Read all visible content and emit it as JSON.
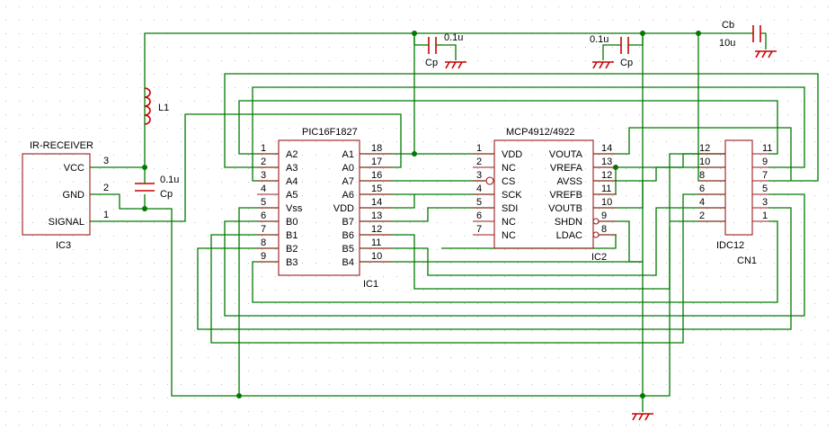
{
  "components": {
    "ic3": {
      "ref": "IC3",
      "name": "IR-RECEIVER",
      "pins": [
        {
          "label": "VCC",
          "num": "3"
        },
        {
          "label": "GND",
          "num": "2"
        },
        {
          "label": "SIGNAL",
          "num": "1"
        }
      ]
    },
    "ic1": {
      "ref": "IC1",
      "name": "PIC16F1827",
      "left_pins": [
        {
          "num": "1",
          "label": "A2"
        },
        {
          "num": "2",
          "label": "A3"
        },
        {
          "num": "3",
          "label": "A4"
        },
        {
          "num": "4",
          "label": "A5"
        },
        {
          "num": "5",
          "label": "Vss"
        },
        {
          "num": "6",
          "label": "B0"
        },
        {
          "num": "7",
          "label": "B1"
        },
        {
          "num": "8",
          "label": "B2"
        },
        {
          "num": "9",
          "label": "B3"
        }
      ],
      "right_pins": [
        {
          "num": "18",
          "label": "A1"
        },
        {
          "num": "17",
          "label": "A0"
        },
        {
          "num": "16",
          "label": "A7"
        },
        {
          "num": "15",
          "label": "A6"
        },
        {
          "num": "14",
          "label": "VDD"
        },
        {
          "num": "13",
          "label": "B7"
        },
        {
          "num": "12",
          "label": "B6"
        },
        {
          "num": "11",
          "label": "B5"
        },
        {
          "num": "10",
          "label": "B4"
        }
      ]
    },
    "ic2": {
      "ref": "IC2",
      "name": "MCP4912/4922",
      "left_pins": [
        {
          "num": "1",
          "label": "VDD"
        },
        {
          "num": "2",
          "label": "NC"
        },
        {
          "num": "3",
          "label": "CS"
        },
        {
          "num": "4",
          "label": "SCK"
        },
        {
          "num": "5",
          "label": "SDI"
        },
        {
          "num": "6",
          "label": "NC"
        },
        {
          "num": "7",
          "label": "NC"
        }
      ],
      "right_pins": [
        {
          "num": "14",
          "label": "VOUTA"
        },
        {
          "num": "13",
          "label": "VREFA"
        },
        {
          "num": "12",
          "label": "AVSS"
        },
        {
          "num": "11",
          "label": "VREFB"
        },
        {
          "num": "10",
          "label": "VOUTB"
        },
        {
          "num": "9",
          "label": "SHDN"
        },
        {
          "num": "8",
          "label": "LDAC"
        }
      ]
    },
    "cn1": {
      "ref": "CN1",
      "name": "IDC12",
      "left_pins": [
        "12",
        "10",
        "8",
        "6",
        "4",
        "2"
      ],
      "right_pins": [
        "11",
        "9",
        "7",
        "5",
        "3",
        "1"
      ]
    },
    "l1": {
      "name": "L1"
    },
    "cp_ir": {
      "value": "0.1u",
      "name": "Cp"
    },
    "cp_pic": {
      "value": "0.1u",
      "name": "Cp"
    },
    "cp_dac": {
      "value": "0.1u",
      "name": "Cp"
    },
    "cb": {
      "name": "Cb",
      "value": "10u"
    }
  },
  "colors": {
    "wire": "#007a00",
    "body": "#9c1b1b",
    "passive": "#cc0000",
    "grid": "#c0c0c0"
  }
}
